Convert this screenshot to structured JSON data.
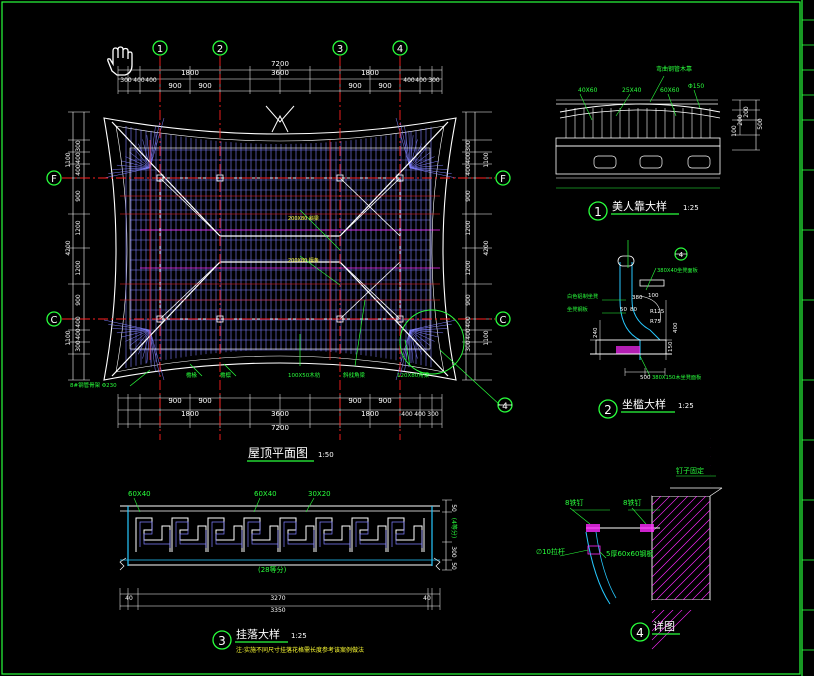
{
  "colors": {
    "background": "#000000",
    "frame": "#29ff3c",
    "dimension": "#ffffff",
    "axis": "#ff2020",
    "structure": "#7f7fff",
    "label": "#29ff3c",
    "note": "#ffff33",
    "magenta": "#ff2bff",
    "cyan": "#27c9ff"
  },
  "icons": {
    "cursor": "hand-cursor-icon",
    "north": "north-arrow-icon"
  },
  "plan": {
    "title": "屋顶平面图",
    "scale": "1:50",
    "axis_cols": [
      "1",
      "2",
      "3",
      "4"
    ],
    "axis_rows": [
      "F",
      "C"
    ],
    "top_total": "7200",
    "top_mid": [
      "1800",
      "3600",
      "1800"
    ],
    "top_small": [
      "300",
      "400",
      "400"
    ],
    "top_small_right": [
      "400",
      "400",
      "300"
    ],
    "top_sub": [
      "900",
      "900",
      "900",
      "900"
    ],
    "bottom_sub": [
      "900",
      "900",
      "900",
      "900"
    ],
    "bottom_mid": [
      "1800",
      "3600",
      "1800"
    ],
    "bottom_small": [
      "400",
      "400",
      "300"
    ],
    "bottom_total": "7200",
    "left_dims": [
      "1100",
      "300",
      "400",
      "400",
      "900",
      "1200",
      "1200",
      "900",
      "400",
      "400",
      "300",
      "1100"
    ],
    "left_total": "4200",
    "right_dims": [
      "1100",
      "300",
      "400",
      "400",
      "900",
      "1200",
      "1200",
      "900",
      "400",
      "400",
      "300",
      "1100"
    ],
    "right_total": "4200",
    "leader_notes": [
      "8#钢管骨架 Φ230",
      "檐椽",
      "檐檩",
      "100X50木枋",
      "斜戗角梁",
      "120X80角梁"
    ],
    "inner_notes": [
      "200X80 斜梁",
      "200X80 檩条"
    ],
    "detail_marker": "4"
  },
  "detail1": {
    "number": "1",
    "title": "美人靠大样",
    "scale": "1:25",
    "labels": [
      "40X60",
      "25X40",
      "弯曲钢管木靠",
      "60X60",
      "Φ150"
    ],
    "dims": [
      "100",
      "200",
      "200",
      "500"
    ]
  },
  "detail2": {
    "number": "2",
    "title": "坐槛大样",
    "scale": "1:25",
    "labels": [
      "380X40坐凳面板",
      "白色铝制坐凳",
      "坐凳钢板",
      "380X150木坐凳面板"
    ],
    "dims": [
      "100",
      "380",
      "50",
      "80",
      "R125",
      "R75",
      "240",
      "400",
      "500",
      "150"
    ],
    "marker": "4"
  },
  "detail3": {
    "number": "3",
    "title": "挂落大样",
    "scale": "1:25",
    "labels": [
      "60X40",
      "60X40",
      "30X20"
    ],
    "dims": [
      "40",
      "3270",
      "40",
      "3350"
    ],
    "equal_note": "(28等分)",
    "side_dims": [
      "50",
      "(4等分)",
      "300",
      "50"
    ],
    "note": "注:实施不同尺寸挂落花格需长度参考该案例做法"
  },
  "detail4": {
    "number": "4",
    "title": "详图",
    "labels": [
      "钉子固定",
      "8铁钉",
      "8铁钉",
      "∅10拉杆",
      "5厚60x60钢板"
    ]
  }
}
